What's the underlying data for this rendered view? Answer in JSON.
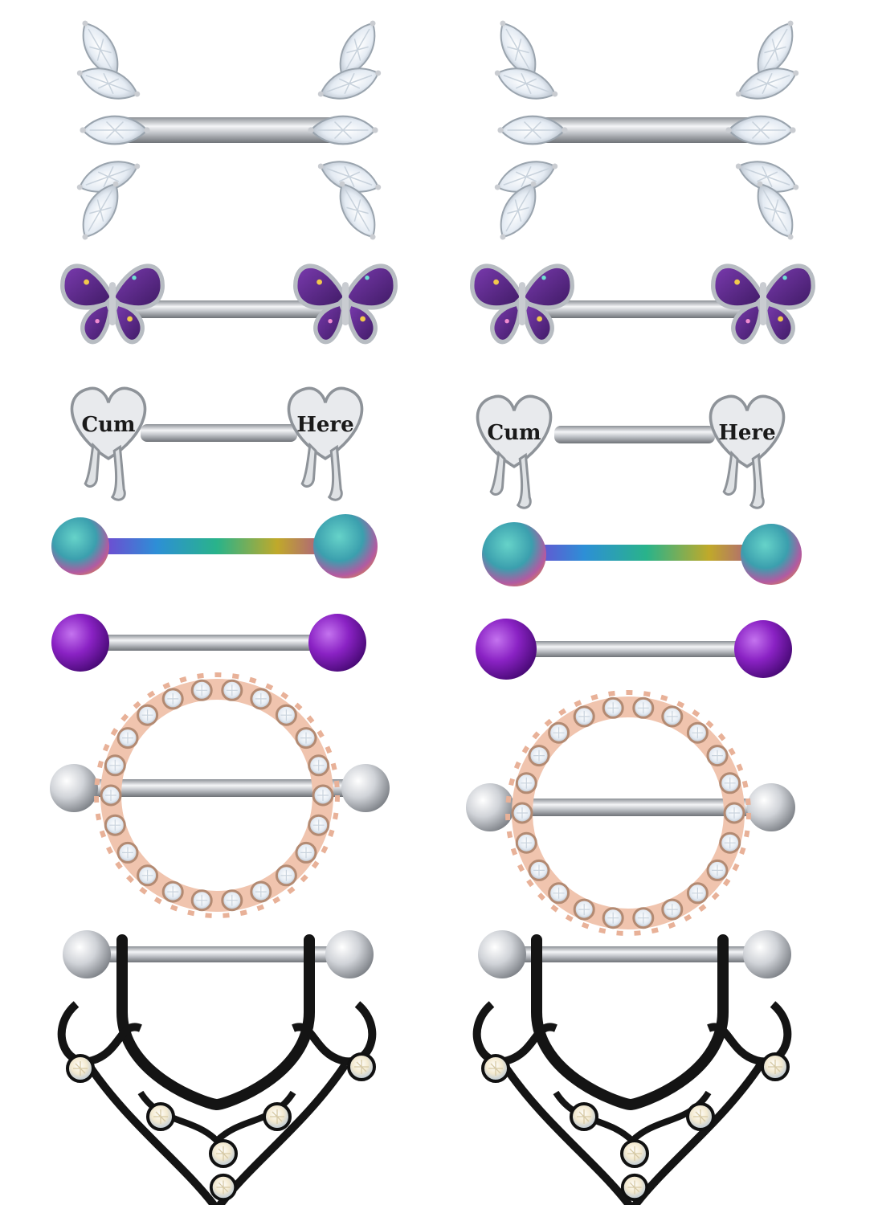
{
  "engravings": {
    "left_heart": "Cum",
    "right_heart": "Here"
  },
  "colors": {
    "background": "#ffffff",
    "steel": "#c9ccd1",
    "crystal": "#eef3f8",
    "butterfly_purple": "#5b2c86",
    "rainbow_ball": "#4fb3b0",
    "purple_ball": "#7a1fb0",
    "rose_gold": "#e9b39a",
    "black_shield": "#151515",
    "ab_crystal": "#f3ecd8"
  },
  "icons": [
    "marquise-leaf-barbell",
    "butterfly-barbell",
    "heart-drip-barbell",
    "rainbow-ball-barbell",
    "purple-ball-barbell",
    "crystal-ring-shield",
    "black-filigree-shield"
  ]
}
